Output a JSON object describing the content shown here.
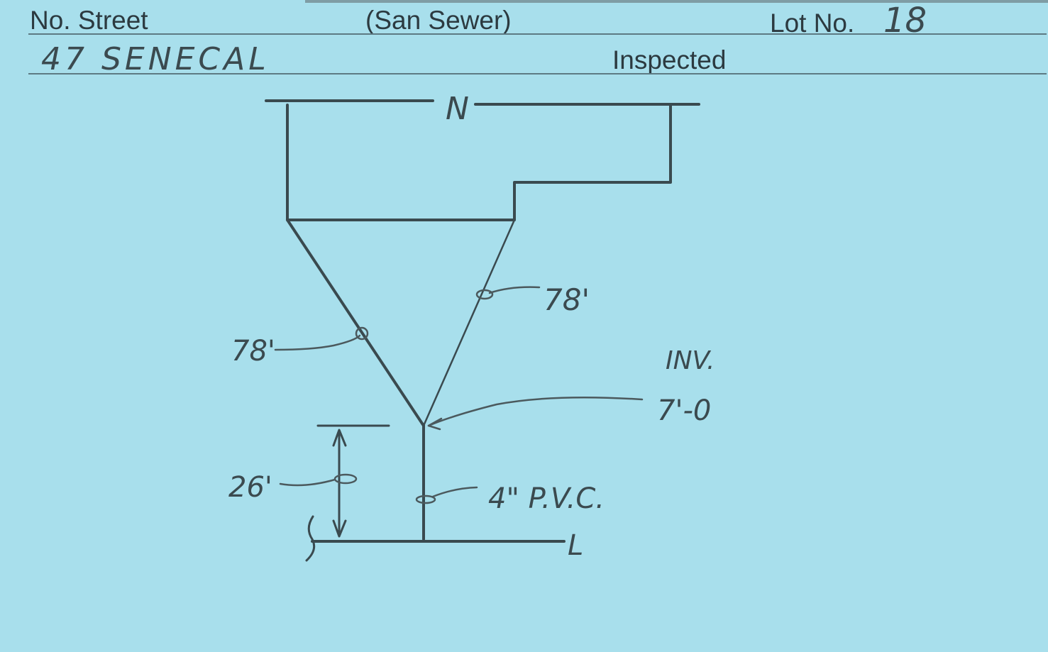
{
  "card": {
    "header": {
      "address_label": "No. Street",
      "sewer_label": "(San Sewer)",
      "lot_label": "Lot No.",
      "lot_value": "18",
      "address_value": "47 SENECAL",
      "inspected_label": "Inspected"
    },
    "sketch": {
      "north_mark": "N",
      "left_length": "78'",
      "right_length": "78'",
      "inv_label": "INV.",
      "inv_value": "7'-0",
      "pipe_label": "4\" P.V.C.",
      "offset_length": "26'",
      "centerline_mark": "L"
    }
  }
}
